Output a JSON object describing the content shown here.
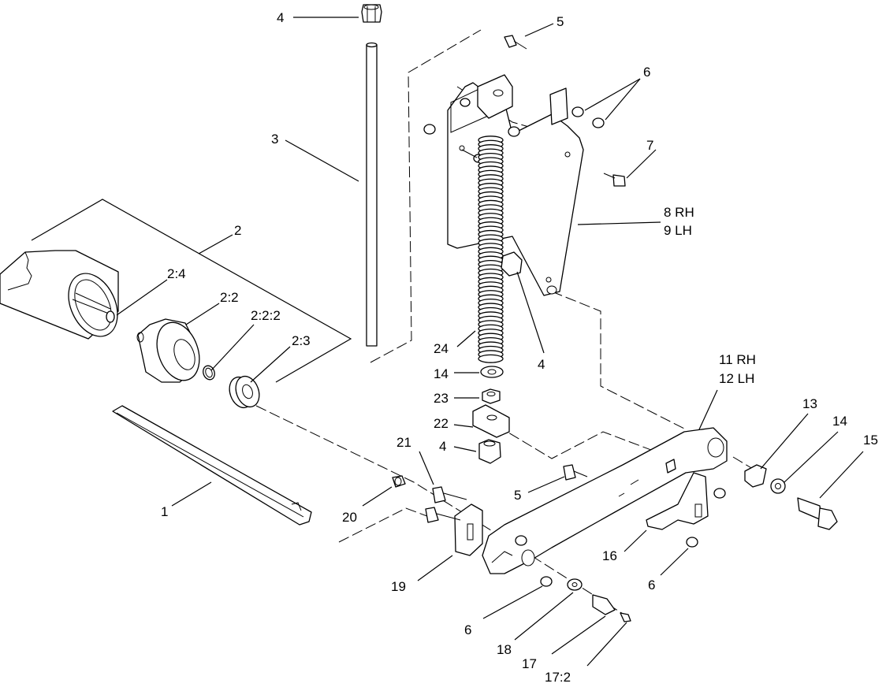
{
  "callouts": {
    "c1": "1",
    "c2": "2",
    "c2_2": "2:2",
    "c2_2_2": "2:2:2",
    "c2_3": "2:3",
    "c2_4": "2:4",
    "c3": "3",
    "c4_top": "4",
    "c4_mid": "4",
    "c4_low": "4",
    "c5_top": "5",
    "c5_low": "5",
    "c6_top": "6",
    "c6_right": "6",
    "c6_left": "6",
    "c7": "7",
    "c8_rh": "8 RH",
    "c9_lh": "9 LH",
    "c11_rh": "11 RH",
    "c12_lh": "12 LH",
    "c13": "13",
    "c14_upper": "14",
    "c14_right": "14",
    "c15": "15",
    "c16": "16",
    "c17": "17",
    "c17_2": "17:2",
    "c18": "18",
    "c19": "19",
    "c20": "20",
    "c21": "21",
    "c22": "22",
    "c23": "23",
    "c24": "24"
  }
}
